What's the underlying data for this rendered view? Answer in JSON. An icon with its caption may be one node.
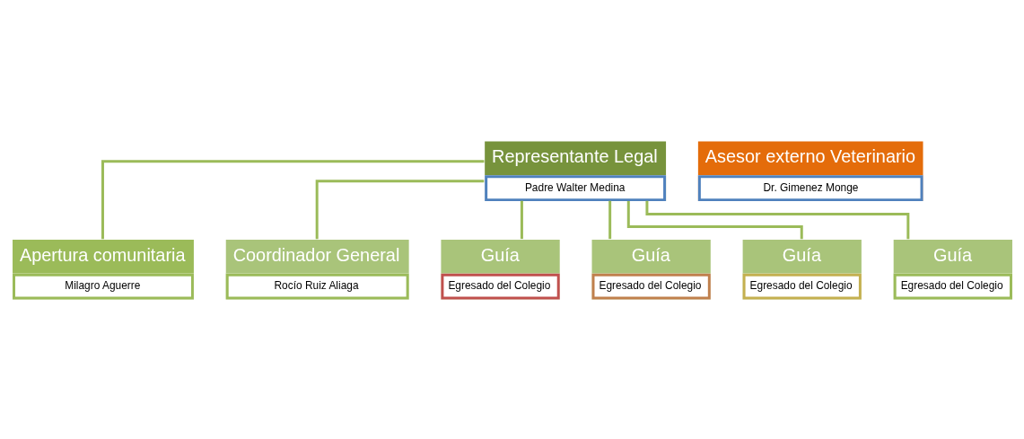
{
  "diagram": {
    "nodes": [
      {
        "text": [
          "Representante Legal",
          "Padre Walter Medina"
        ]
      },
      {
        "text": [
          "Asesor externo Veterinario",
          "Dr. Gimenez Monge"
        ]
      },
      {
        "text": [
          "Apertura comunitaria",
          "Milagro Aguerre"
        ]
      },
      {
        "text": [
          "Coordinador General",
          "Rocío Ruiz Aliaga"
        ]
      },
      {
        "text": [
          "Guía",
          "Egresado del Colegio"
        ]
      },
      {
        "text": [
          "Guía",
          "Egresado del Colegio"
        ]
      },
      {
        "text": [
          "Guía",
          "Egresado del Colegio"
        ]
      },
      {
        "text": [
          "Guía",
          "Egresado del Colegio"
        ]
      }
    ],
    "edges": [
      {
        "from": 0,
        "to": 2,
        "arrow": "none"
      },
      {
        "from": 0,
        "to": 3,
        "arrow": "none"
      },
      {
        "from": 0,
        "to": 4,
        "arrow": "none"
      },
      {
        "from": 0,
        "to": 5,
        "arrow": "none"
      },
      {
        "from": 0,
        "to": 6,
        "arrow": "none"
      },
      {
        "from": 0,
        "to": 7,
        "arrow": "none"
      }
    ]
  }
}
